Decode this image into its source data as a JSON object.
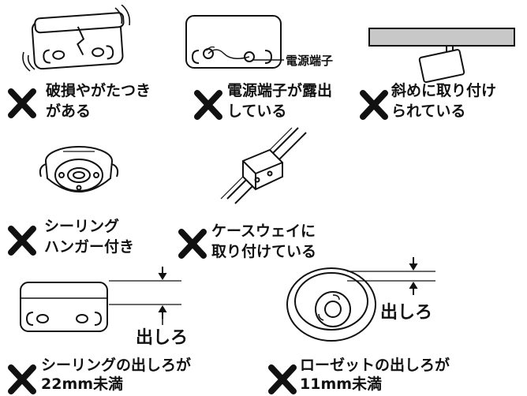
{
  "items": [
    {
      "line1": "破損やがたつき",
      "line2": "がある"
    },
    {
      "line1": "電源端子が露出",
      "line2": "している",
      "label": "電源端子"
    },
    {
      "line1": "斜めに取り付け",
      "line2": "られている"
    },
    {
      "line1": "シーリング",
      "line2": "ハンガー付き"
    },
    {
      "line1": "ケースウェイに",
      "line2": "取り付けている"
    },
    {
      "line1": "シーリングの出しろが",
      "line2": "22mm未満",
      "label": "出しろ"
    },
    {
      "line1": "ローゼットの出しろが",
      "line2": "11mm未満",
      "label": "出しろ"
    }
  ],
  "icons": {
    "mark": "cross-mark-icon"
  },
  "colors": {
    "ink": "#111111",
    "ceiling": "#c8c8c8",
    "fill": "#ffffff"
  }
}
